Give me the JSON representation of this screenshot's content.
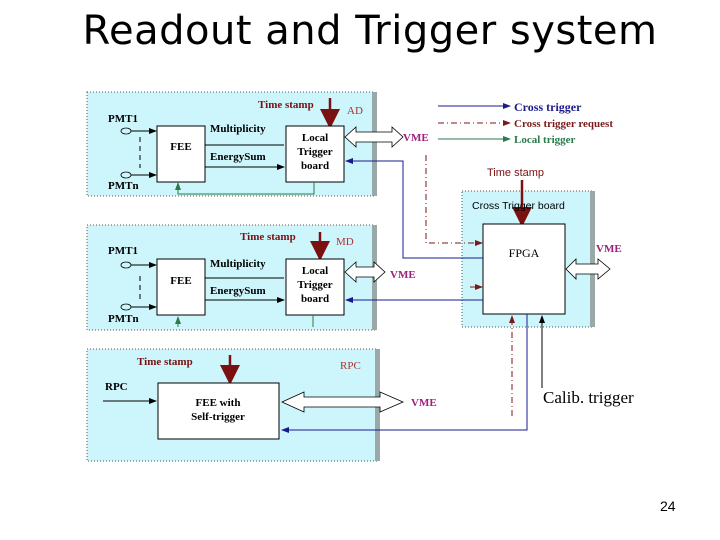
{
  "slide": {
    "title": "Readout and Trigger system",
    "page_number": "24"
  },
  "legend": {
    "items": [
      {
        "label": "Cross trigger",
        "line_style": "solid",
        "color": "#1a1a8c"
      },
      {
        "label": "Cross trigger request",
        "line_style": "dash-dot",
        "color": "#7a1a1a"
      },
      {
        "label": "Local trigger",
        "line_style": "solid",
        "color": "#2a7a4a"
      }
    ]
  },
  "colors": {
    "panel_bg": "#ccf6fb",
    "cross_trigger": "#1a1a8c",
    "cross_trigger_request": "#7a1a1a",
    "local_trigger": "#2a7a4a",
    "time_stamp": "#7a1010",
    "vme": "#a0207a",
    "detector_label": "#b03030"
  },
  "detectors": [
    {
      "name": "AD",
      "time_stamp_label": "Time stamp",
      "input_top": "PMT1",
      "input_bottom": "PMTn",
      "fee_label": "FEE",
      "signal_top": "Multiplicity",
      "signal_bottom": "EnergySum",
      "board_label_lines": [
        "Local",
        "Trigger",
        "board"
      ],
      "vme_label": "VME"
    },
    {
      "name": "MD",
      "time_stamp_label": "Time stamp",
      "input_top": "PMT1",
      "input_bottom": "PMTn",
      "fee_label": "FEE",
      "signal_top": "Multiplicity",
      "signal_bottom": "EnergySum",
      "board_label_lines": [
        "Local",
        "Trigger",
        "board"
      ],
      "vme_label": "VME"
    },
    {
      "name": "RPC",
      "time_stamp_label": "Time stamp",
      "input_label": "RPC",
      "fee_label_lines": [
        "FEE with",
        "Self-trigger"
      ],
      "vme_label": "VME"
    }
  ],
  "cross_trigger_board": {
    "label": "Cross Trigger board",
    "time_stamp_label": "Time stamp",
    "fpga_label": "FPGA",
    "vme_label": "VME"
  },
  "calib_trigger_label": "Calib. trigger"
}
